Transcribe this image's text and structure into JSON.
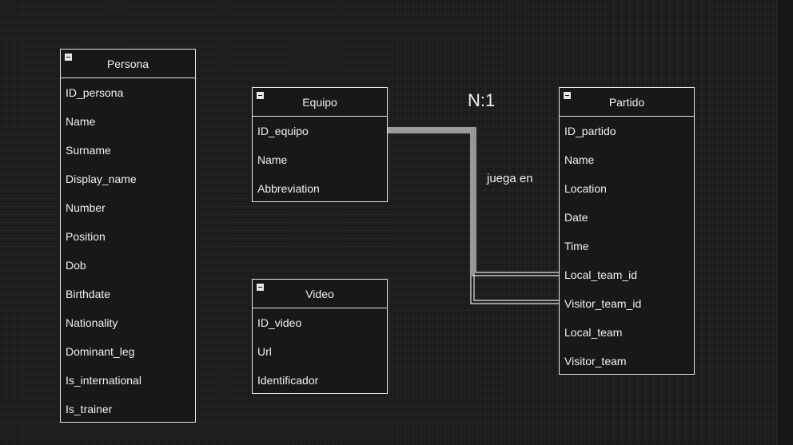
{
  "entities": {
    "persona": {
      "title": "Persona",
      "fields": [
        "ID_persona",
        "Name",
        "Surname",
        "Display_name",
        "Number",
        "Position",
        "Dob",
        "Birthdate",
        "Nationality",
        "Dominant_leg",
        "Is_international",
        "Is_trainer"
      ]
    },
    "equipo": {
      "title": "Equipo",
      "fields": [
        "ID_equipo",
        "Name",
        "Abbreviation"
      ]
    },
    "video": {
      "title": "Video",
      "fields": [
        "ID_video",
        "Url",
        "Identificador"
      ]
    },
    "partido": {
      "title": "Partido",
      "fields": [
        "ID_partido",
        "Name",
        "Location",
        "Date",
        "Time",
        "Local_team_id",
        "Visitor_team_id",
        "Local_team",
        "Visitor_team"
      ]
    }
  },
  "relationship": {
    "cardinality": "N:1",
    "label": "juega en"
  },
  "colors": {
    "background": "#1c1c1c",
    "stroke": "#e6e6e6",
    "text": "#f0f0f0"
  }
}
